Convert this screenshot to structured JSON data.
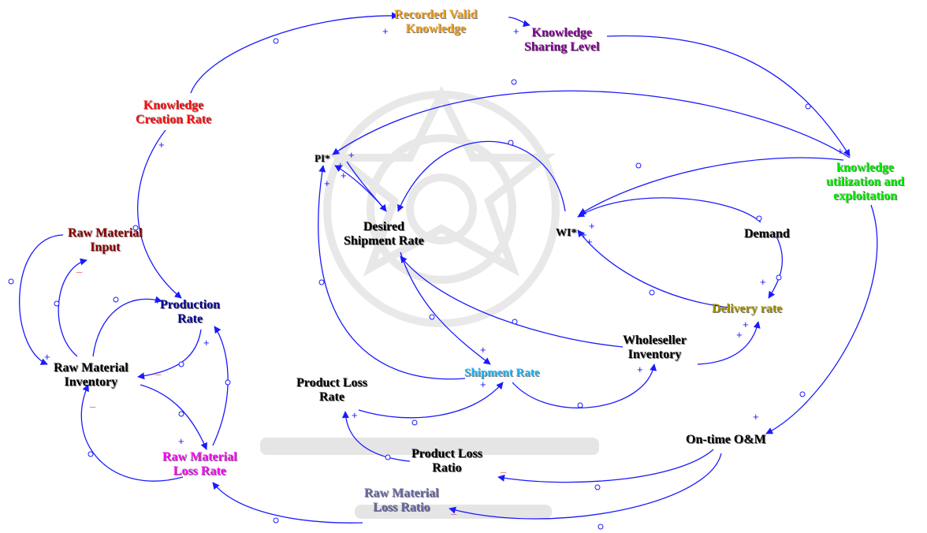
{
  "nodes": {
    "recorded_valid_knowledge": {
      "lines": [
        "Recorded Valid",
        "Knowledge"
      ],
      "color": "#f0a020"
    },
    "knowledge_sharing_level": {
      "lines": [
        "Knowledge",
        "Sharing Level"
      ],
      "color": "#800090"
    },
    "knowledge_creation_rate": {
      "lines": [
        "Knowledge",
        "Creation Rate"
      ],
      "color": "#ff1010"
    },
    "knowledge_utilization": {
      "lines": [
        "knowledge",
        "utilization and",
        "exploitation"
      ],
      "color": "#00ee00"
    },
    "pi": {
      "lines": [
        "PI*"
      ],
      "color": "#000000"
    },
    "desired_shipment_rate": {
      "lines": [
        "Desired",
        "Shipment Rate"
      ],
      "color": "#000000"
    },
    "wi": {
      "lines": [
        "WI*"
      ],
      "color": "#000000"
    },
    "demand": {
      "lines": [
        "Demand"
      ],
      "color": "#000000"
    },
    "raw_material_input": {
      "lines": [
        "Raw Material",
        "Input"
      ],
      "color": "#8b0000"
    },
    "production_rate": {
      "lines": [
        "Production",
        "Rate"
      ],
      "color": "#000090"
    },
    "delivery_rate": {
      "lines": [
        "Delivery rate"
      ],
      "color": "#a09000"
    },
    "raw_material_inventory": {
      "lines": [
        "Raw Material",
        "Inventory"
      ],
      "color": "#000000"
    },
    "wholeseller_inventory": {
      "lines": [
        "Wholeseller",
        "Inventory"
      ],
      "color": "#000000"
    },
    "shipment_rate": {
      "lines": [
        "Shipment Rate"
      ],
      "color": "#20b8ff"
    },
    "product_loss_rate": {
      "lines": [
        "Product Loss",
        "Rate"
      ],
      "color": "#000000"
    },
    "product_loss_ratio": {
      "lines": [
        "Product Loss",
        "Ratio"
      ],
      "color": "#000000"
    },
    "raw_material_loss_rate": {
      "lines": [
        "Raw Material",
        "Loss Rate"
      ],
      "color": "#ff00ff"
    },
    "on_time_om": {
      "lines": [
        "On-time O&M"
      ],
      "color": "#000000"
    },
    "raw_material_loss_ratio": {
      "lines": [
        "Raw Material",
        "Loss Ratio"
      ],
      "color": "#6a6aa8"
    }
  },
  "signs": {
    "plus": "+",
    "minus": "_"
  },
  "colors": {
    "arrow": "#1a1aff",
    "positive": "#1a1aff",
    "negative": "#e8001c",
    "watermark": "#cccccc"
  }
}
